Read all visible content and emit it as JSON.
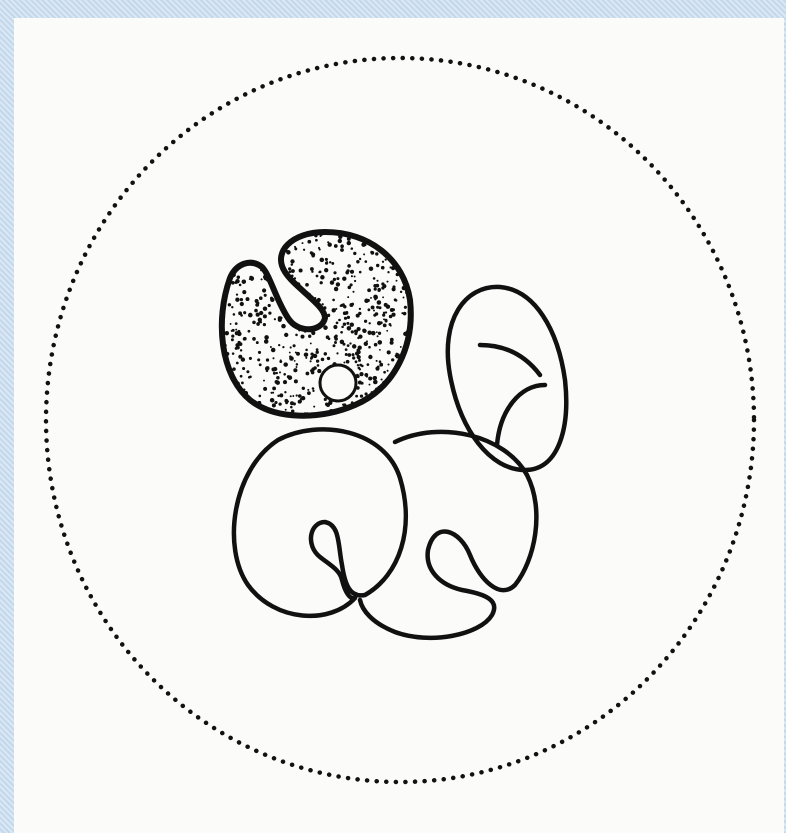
{
  "figure": {
    "ink_color": "#111111",
    "paper_color": "#fbfbfa",
    "border_color": "#cfe0f0",
    "elements": [
      {
        "name": "cell-membrane",
        "style": "dotted"
      },
      {
        "name": "granular-body",
        "style": "stippled"
      },
      {
        "name": "oval-segment",
        "style": "outline"
      },
      {
        "name": "left-lobe",
        "style": "outline"
      },
      {
        "name": "right-lobe",
        "style": "outline"
      }
    ]
  }
}
